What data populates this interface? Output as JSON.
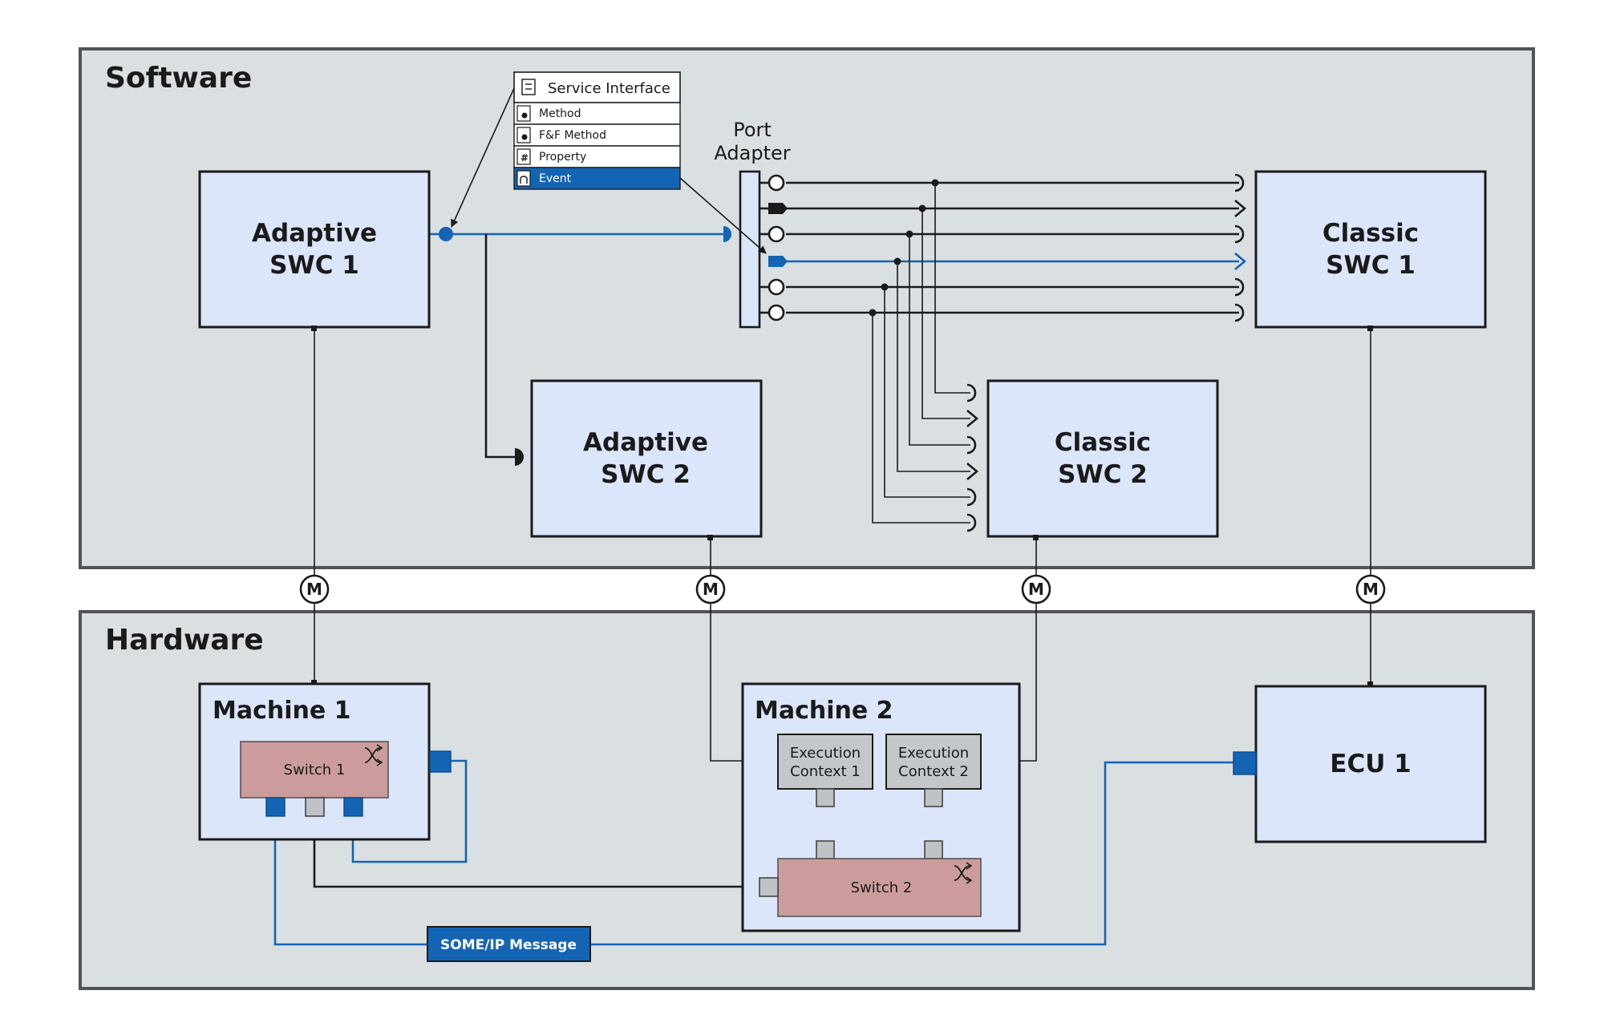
{
  "software": {
    "title": "Software"
  },
  "hardware": {
    "title": "Hardware"
  },
  "service_interface": {
    "title": "Service Interface",
    "items": [
      {
        "label": "Method",
        "icon": "method-icon",
        "selected": false
      },
      {
        "label": "F&F Method",
        "icon": "ff-method-icon",
        "selected": false
      },
      {
        "label": "Property",
        "icon": "property-icon",
        "selected": false
      },
      {
        "label": "Event",
        "icon": "event-icon",
        "selected": true
      }
    ]
  },
  "port_adapter": {
    "line1": "Port",
    "line2": "Adapter"
  },
  "components": {
    "adaptive_swc_1": {
      "line1": "Adaptive",
      "line2": "SWC 1"
    },
    "adaptive_swc_2": {
      "line1": "Adaptive",
      "line2": "SWC 2"
    },
    "classic_swc_1": {
      "line1": "Classic",
      "line2": "SWC 1"
    },
    "classic_swc_2": {
      "line1": "Classic",
      "line2": "SWC 2"
    }
  },
  "mapping_symbol": "M",
  "machines": {
    "machine_1": {
      "title": "Machine 1",
      "switch_label": "Switch 1"
    },
    "machine_2": {
      "title": "Machine 2",
      "switch_label": "Switch 2",
      "exec_1": {
        "line1": "Execution",
        "line2": "Context 1"
      },
      "exec_2": {
        "line1": "Execution",
        "line2": "Context 2"
      }
    },
    "ecu_1": {
      "title": "ECU 1"
    }
  },
  "message": {
    "label": "SOME/IP Message"
  },
  "colors": {
    "area_fill": "#dadfe2",
    "box_fill": "#dbe6fa",
    "accent_blue": "#1464b4",
    "switch_fill": "#cc9c9c",
    "exec_fill": "#c3c7ca"
  }
}
